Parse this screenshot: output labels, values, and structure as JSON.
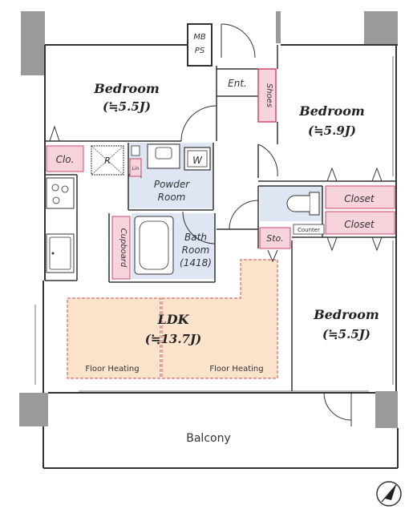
{
  "rooms": {
    "bedroom_nw": {
      "name": "Bedroom",
      "size": "(≒5.5J)"
    },
    "bedroom_ne": {
      "name": "Bedroom",
      "size": "(≒5.9J)"
    },
    "bedroom_se": {
      "name": "Bedroom",
      "size": "(≒5.5J)"
    },
    "ldk": {
      "name": "LDK",
      "size": "(≒13.7J)"
    },
    "powder_room": {
      "line1": "Powder",
      "line2": "Room"
    },
    "bath_room": {
      "line1": "Bath",
      "line2": "Room",
      "line3": "(1418)"
    },
    "balcony": "Balcony",
    "entrance": "Ent."
  },
  "labels": {
    "mb": "MB",
    "ps": "PS",
    "shoes": "Shoes",
    "closet_1": "Closet",
    "closet_2": "Closet",
    "clo": "Clo.",
    "cupboard": "Cupboard",
    "sto": "Sto.",
    "counter": "Counter",
    "refrigerator": "R",
    "washer": "W",
    "linen": "Lin",
    "floor_heating_1": "Floor Heating",
    "floor_heating_2": "Floor Heating"
  },
  "colors": {
    "storage_pink": "#f7d3dc",
    "wet_area_blue": "#dde6f2",
    "floor_heating": "#fbe3cc",
    "wall_gray": "#9a9a9a",
    "wall_line": "#333333"
  },
  "icons": [
    "compass-icon"
  ]
}
